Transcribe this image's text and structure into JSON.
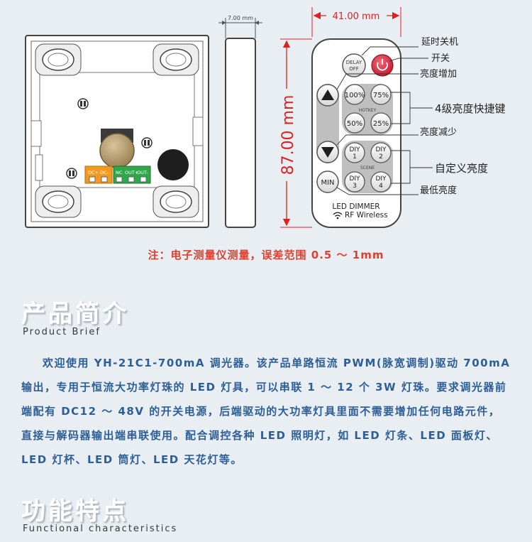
{
  "dimensions": {
    "depth": "7.00 mm",
    "width": "41.00 mm",
    "height": "87.00 mm"
  },
  "module": {
    "terminal_labels": [
      "DC+",
      "DC-",
      "NC",
      "OUT+",
      "OUT-"
    ]
  },
  "remote": {
    "delay_off": [
      "DELAY",
      "OFF"
    ],
    "hotkey_label": "HOTKEY",
    "scene_label": "SCENE",
    "hotkeys": [
      "100%",
      "75%",
      "50%",
      "25%"
    ],
    "diy_top": [
      "DIY",
      "DIY",
      "DIY",
      "DIY"
    ],
    "diy_num": [
      "1",
      "2",
      "3",
      "4"
    ],
    "min_label": "MIN",
    "brand_line1": "LED DIMMER",
    "brand_line2": "RF Wireless"
  },
  "callouts": {
    "delay_off": "延时关机",
    "power": "开关",
    "brightness_up": "亮度增加",
    "hotkey_levels": "4级亮度快捷键",
    "brightness_down": "亮度减少",
    "custom_brightness": "自定义亮度",
    "min_brightness": "最低亮度"
  },
  "note": "注：电子测量仪测量，误差范围 0.5 ～ 1mm",
  "brief": {
    "title": "产品简介",
    "subtitle": "Product Brief",
    "text": "欢迎使用 YH-21C1-700mA 调光器。该产品单路恒流 PWM(脉宽调制)驱动 700mA 输出，专用于恒流大功率灯珠的 LED 灯具，可以串联 1 ～ 12 个 3W 灯珠。要求调光器前端配有 DC12 ～ 48V 的开关电源，后端驱动的大功率灯具里面不需要增加任何电路元件，直接与解码器输出端串联使用。配合调控各种 LED 照明灯，如 LED 灯条、LED 面板灯、LED 灯杯、LED 筒灯、LED 天花灯等。"
  },
  "features": {
    "title": "功能特点",
    "subtitle": "Functional characteristics"
  },
  "colors": {
    "dimension_red": "#e02020",
    "power_button": "#e23a4a",
    "terminal_orange": "#f39a1e",
    "terminal_green": "#2fa84a",
    "body_text": "#2d5f96"
  }
}
